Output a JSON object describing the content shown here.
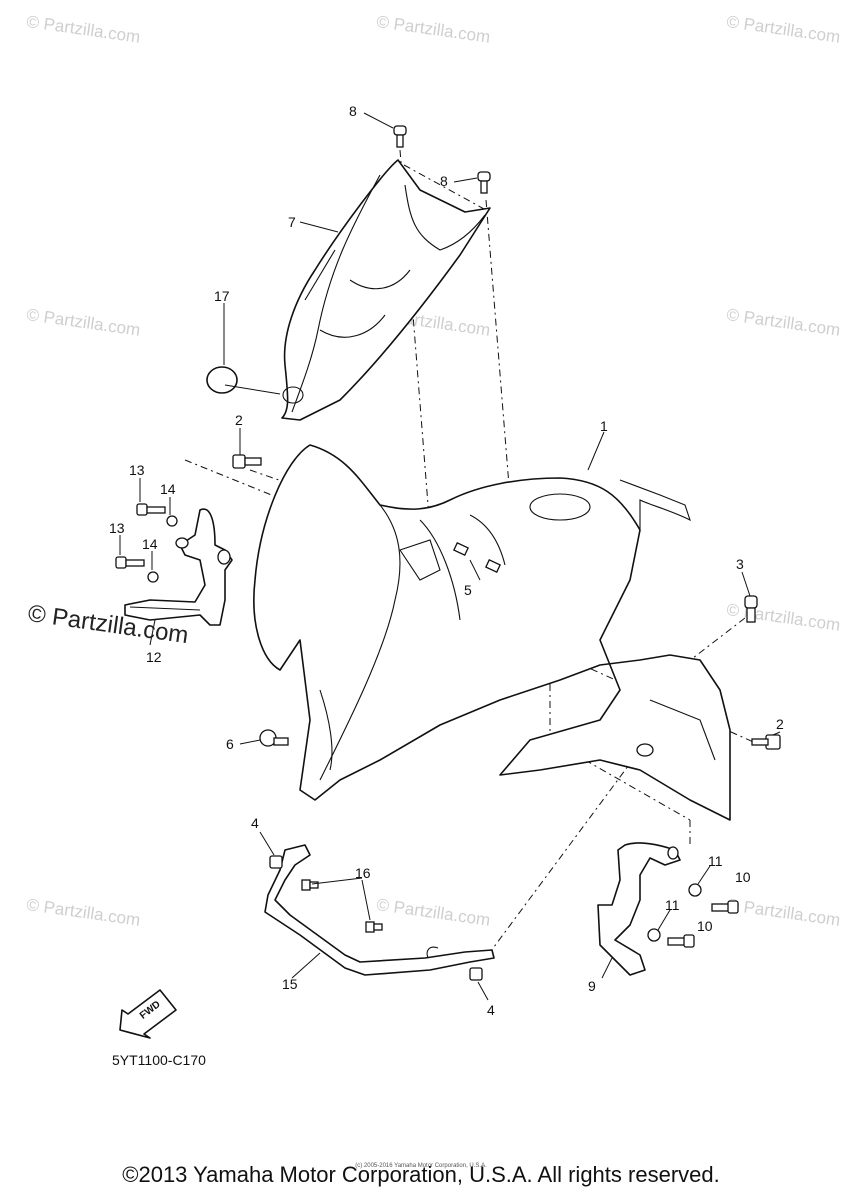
{
  "diagram": {
    "callouts": [
      {
        "id": "c8a",
        "text": "8"
      },
      {
        "id": "c8b",
        "text": "8"
      },
      {
        "id": "c7",
        "text": "7"
      },
      {
        "id": "c17",
        "text": "17"
      },
      {
        "id": "c1",
        "text": "1"
      },
      {
        "id": "c2a",
        "text": "2"
      },
      {
        "id": "c2b",
        "text": "2"
      },
      {
        "id": "c13a",
        "text": "13"
      },
      {
        "id": "c13b",
        "text": "13"
      },
      {
        "id": "c14a",
        "text": "14"
      },
      {
        "id": "c14b",
        "text": "14"
      },
      {
        "id": "c5",
        "text": "5"
      },
      {
        "id": "c3",
        "text": "3"
      },
      {
        "id": "c6",
        "text": "6"
      },
      {
        "id": "c4a",
        "text": "4"
      },
      {
        "id": "c4b",
        "text": "4"
      },
      {
        "id": "c16",
        "text": "16"
      },
      {
        "id": "c15",
        "text": "15"
      },
      {
        "id": "c11a",
        "text": "11"
      },
      {
        "id": "c11b",
        "text": "11"
      },
      {
        "id": "c10a",
        "text": "10"
      },
      {
        "id": "c10b",
        "text": "10"
      },
      {
        "id": "c9",
        "text": "9"
      },
      {
        "id": "c12",
        "text": "12"
      }
    ],
    "fwd_label": "FWD",
    "reference_code": "5YT1100-C170"
  },
  "watermarks": {
    "small": "© Partzilla.com",
    "large": "© Partzilla.com",
    "tiny": "(c) 2005-2016 Yamaha Motor Corporation, U.S.A."
  },
  "footer": {
    "copyright": "©2013 Yamaha Motor Corporation, U.S.A. All rights reserved."
  }
}
